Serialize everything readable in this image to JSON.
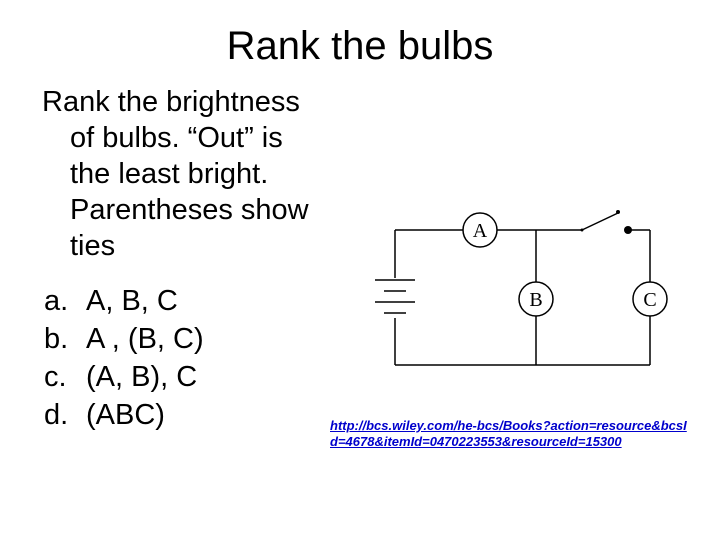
{
  "title": "Rank the bulbs",
  "question": {
    "lines": [
      "Rank the brightness",
      "of bulbs.  “Out” is",
      "the least bright.",
      "Parentheses show",
      "ties"
    ]
  },
  "options": [
    {
      "letter": "a.",
      "text": "A, B, C"
    },
    {
      "letter": "b.",
      "text": "A , (B, C)"
    },
    {
      "letter": "c.",
      "text": "(A, B), C"
    },
    {
      "letter": "d.",
      "text": "(ABC)"
    }
  ],
  "circuit": {
    "bulb_a_label": "A",
    "bulb_b_label": "B",
    "bulb_c_label": "C"
  },
  "source_link": {
    "text": "http://bcs.wiley.com/he-bcs/Books?action=resource&bcsId=4678&itemId=0470223553&resourceId=15300"
  }
}
